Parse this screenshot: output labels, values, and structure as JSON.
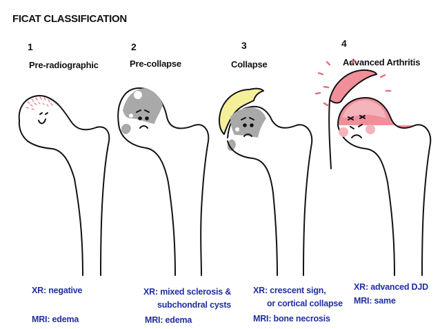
{
  "title": "FICAT CLASSIFICATION",
  "stages": [
    {
      "number": "1",
      "name": "Pre-radiographic",
      "xr": "XR: negative",
      "xr2": "",
      "mri": "MRI: edema"
    },
    {
      "number": "2",
      "name": "Pre-collapse",
      "xr": "XR: mixed sclerosis &",
      "xr2": "subchondral cysts",
      "mri": "MRI: edema"
    },
    {
      "number": "3",
      "name": "Collapse",
      "xr": "XR: crescent sign,",
      "xr2": "or cortical collapse",
      "mri": "MRI: bone necrosis"
    },
    {
      "number": "4",
      "name": "Advanced Arthritis",
      "xr": "XR: advanced DJD",
      "xr2": "",
      "mri": "MRI: same"
    }
  ],
  "colors": {
    "label_text": "#1f2f9e",
    "sclerosis_gray": "#a9a9a9",
    "crescent_yellow": "#f6ef9a",
    "arthritis_pink": "#f08f9a",
    "edema_red": "#e8707a"
  }
}
